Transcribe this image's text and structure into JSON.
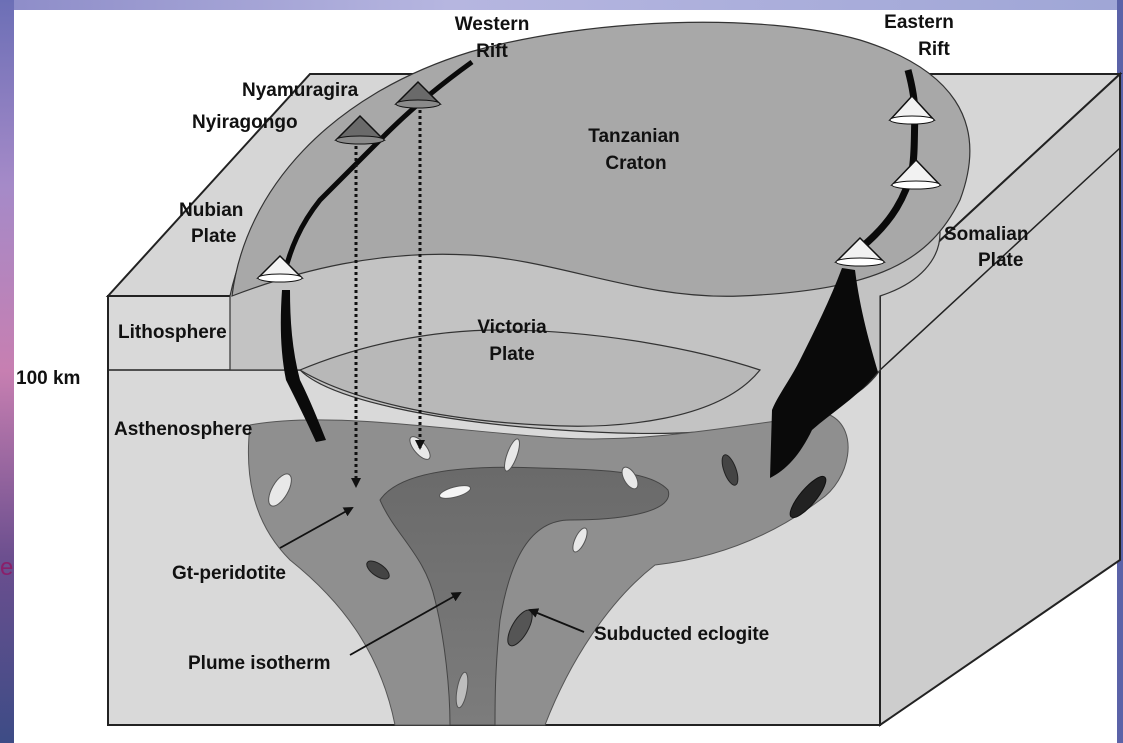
{
  "labels": {
    "western_rift_1": "Western",
    "western_rift_2": "Rift",
    "eastern_rift_1": "Eastern",
    "eastern_rift_2": "Rift",
    "nyamuragira": "Nyamuragira",
    "nyiragongo": "Nyiragongo",
    "tanzanian_1": "Tanzanian",
    "tanzanian_2": "Craton",
    "nubian_1": "Nubian",
    "nubian_2": "Plate",
    "somalian_1": "Somalian",
    "somalian_2": "Plate",
    "lithosphere": "Lithosphere",
    "victoria_1": "Victoria",
    "victoria_2": "Plate",
    "depth_100km": "100 km",
    "asthenosphere": "Asthenosphere",
    "gt_peridotite": "Gt-peridotite",
    "subducted_eclogite": "Subducted eclogite",
    "plume_isotherm": "Plume isotherm"
  },
  "edge_glyph": "e",
  "colors": {
    "craton_fill": "#a9a9a9",
    "plate_fill": "#c9c9c9",
    "box_face": "#d9d9d9",
    "side_face": "#cfcfcf",
    "halo": "#8f8f8f",
    "plume_core": "#6b6b6b",
    "rift": "#0a0a0a",
    "western_volcano": "#6a6a6a",
    "eastern_volcano": "#f2f2f2"
  }
}
